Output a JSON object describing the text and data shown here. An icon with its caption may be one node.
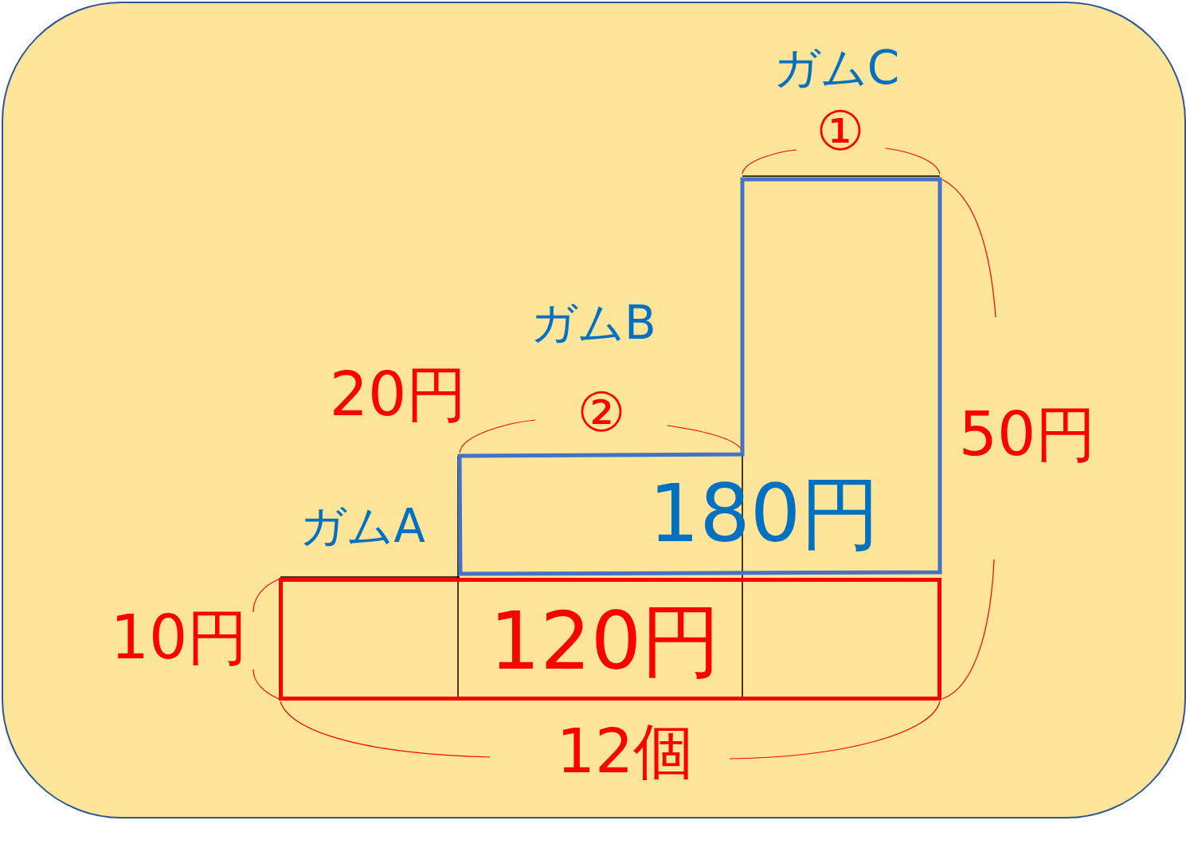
{
  "diagram": {
    "nodes": [
      {
        "text": [
          "180円"
        ]
      },
      {
        "text": [
          "120円"
        ]
      }
    ],
    "labels": [
      "ガムC",
      "①",
      "ガムB",
      "20円",
      "②",
      "ガムA",
      "50円",
      "10円",
      "12個"
    ]
  }
}
